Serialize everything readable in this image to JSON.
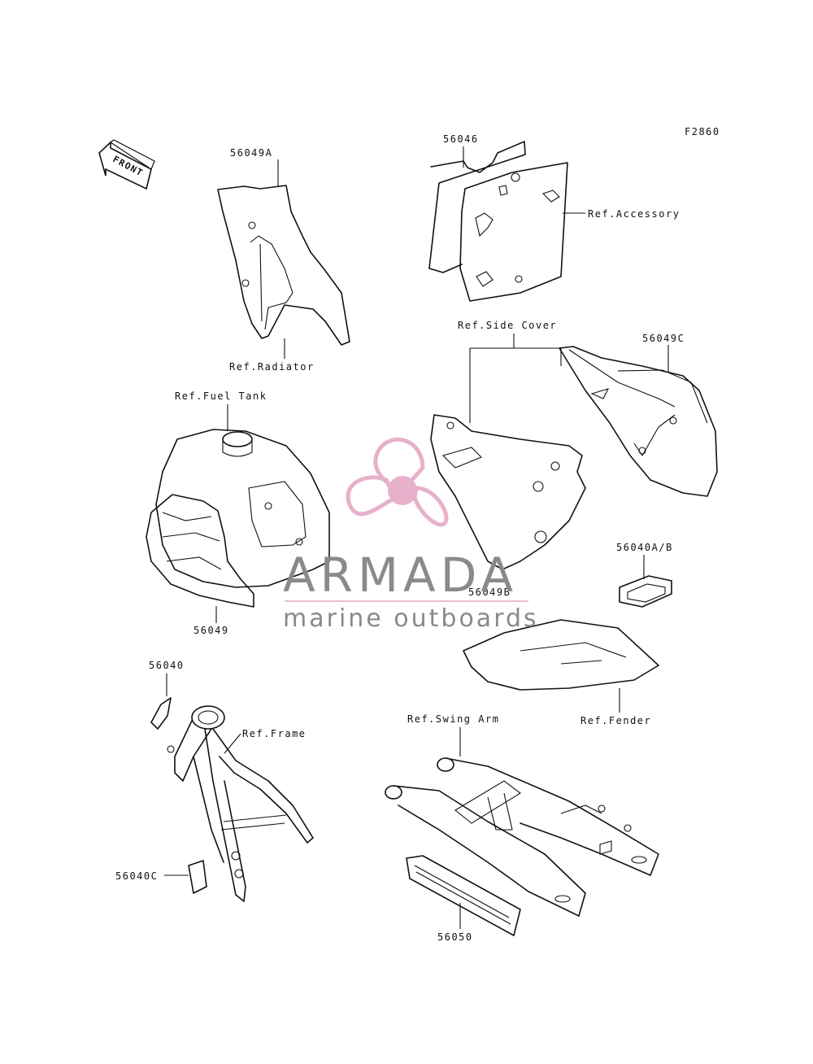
{
  "figure_code": "F2860",
  "front_label": "FRONT",
  "labels": {
    "p56049A": "56049A",
    "p56046": "56046",
    "ref_accessory": "Ref.Accessory",
    "ref_radiator": "Ref.Radiator",
    "ref_side_cover": "Ref.Side Cover",
    "p56049C": "56049C",
    "ref_fuel_tank": "Ref.Fuel Tank",
    "p56040AB": "56040A/B",
    "p56049B": "56049B",
    "p56049": "56049",
    "ref_fender": "Ref.Fender",
    "p56040": "56040",
    "ref_swing_arm": "Ref.Swing Arm",
    "ref_frame": "Ref.Frame",
    "p56040C": "56040C",
    "p56050": "56050"
  },
  "watermark": {
    "title": "ARMADA",
    "subtitle": "marine outboards",
    "accent_color": "#e5a8c6",
    "text_color": "#8a8a8a"
  }
}
